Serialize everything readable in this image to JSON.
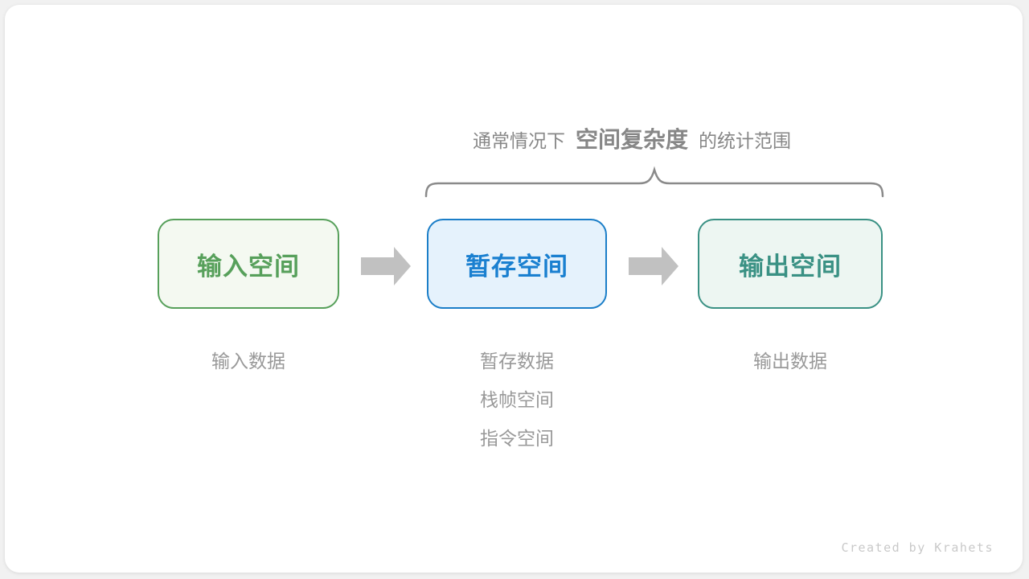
{
  "page": {
    "background_color": "#f1f1f1",
    "card_background_color": "#ffffff"
  },
  "annotation": {
    "prefix": "通常情况下",
    "emphasis": "空间复杂度",
    "suffix": "的统计范围",
    "color": "#878787"
  },
  "brace": {
    "color": "#8a8a8a"
  },
  "boxes": [
    {
      "id": "input-space",
      "label": "输入空间",
      "text_color": "#57a05b",
      "border_color": "#57a05b",
      "bg_color": "#f4f9f1",
      "sublabels": [
        "输入数据"
      ]
    },
    {
      "id": "temp-space",
      "label": "暂存空间",
      "text_color": "#1a80d0",
      "border_color": "#1b7ec8",
      "bg_color": "#e5f2fc",
      "sublabels": [
        "暂存数据",
        "栈帧空间",
        "指令空间"
      ]
    },
    {
      "id": "output-space",
      "label": "输出空间",
      "text_color": "#3a9184",
      "border_color": "#3a9184",
      "bg_color": "#edf6f2",
      "sublabels": [
        "输出数据"
      ]
    }
  ],
  "arrows": {
    "color": "#c1c1c1"
  },
  "footer": {
    "credit": "Created by Krahets",
    "color": "#c9c9c9"
  }
}
